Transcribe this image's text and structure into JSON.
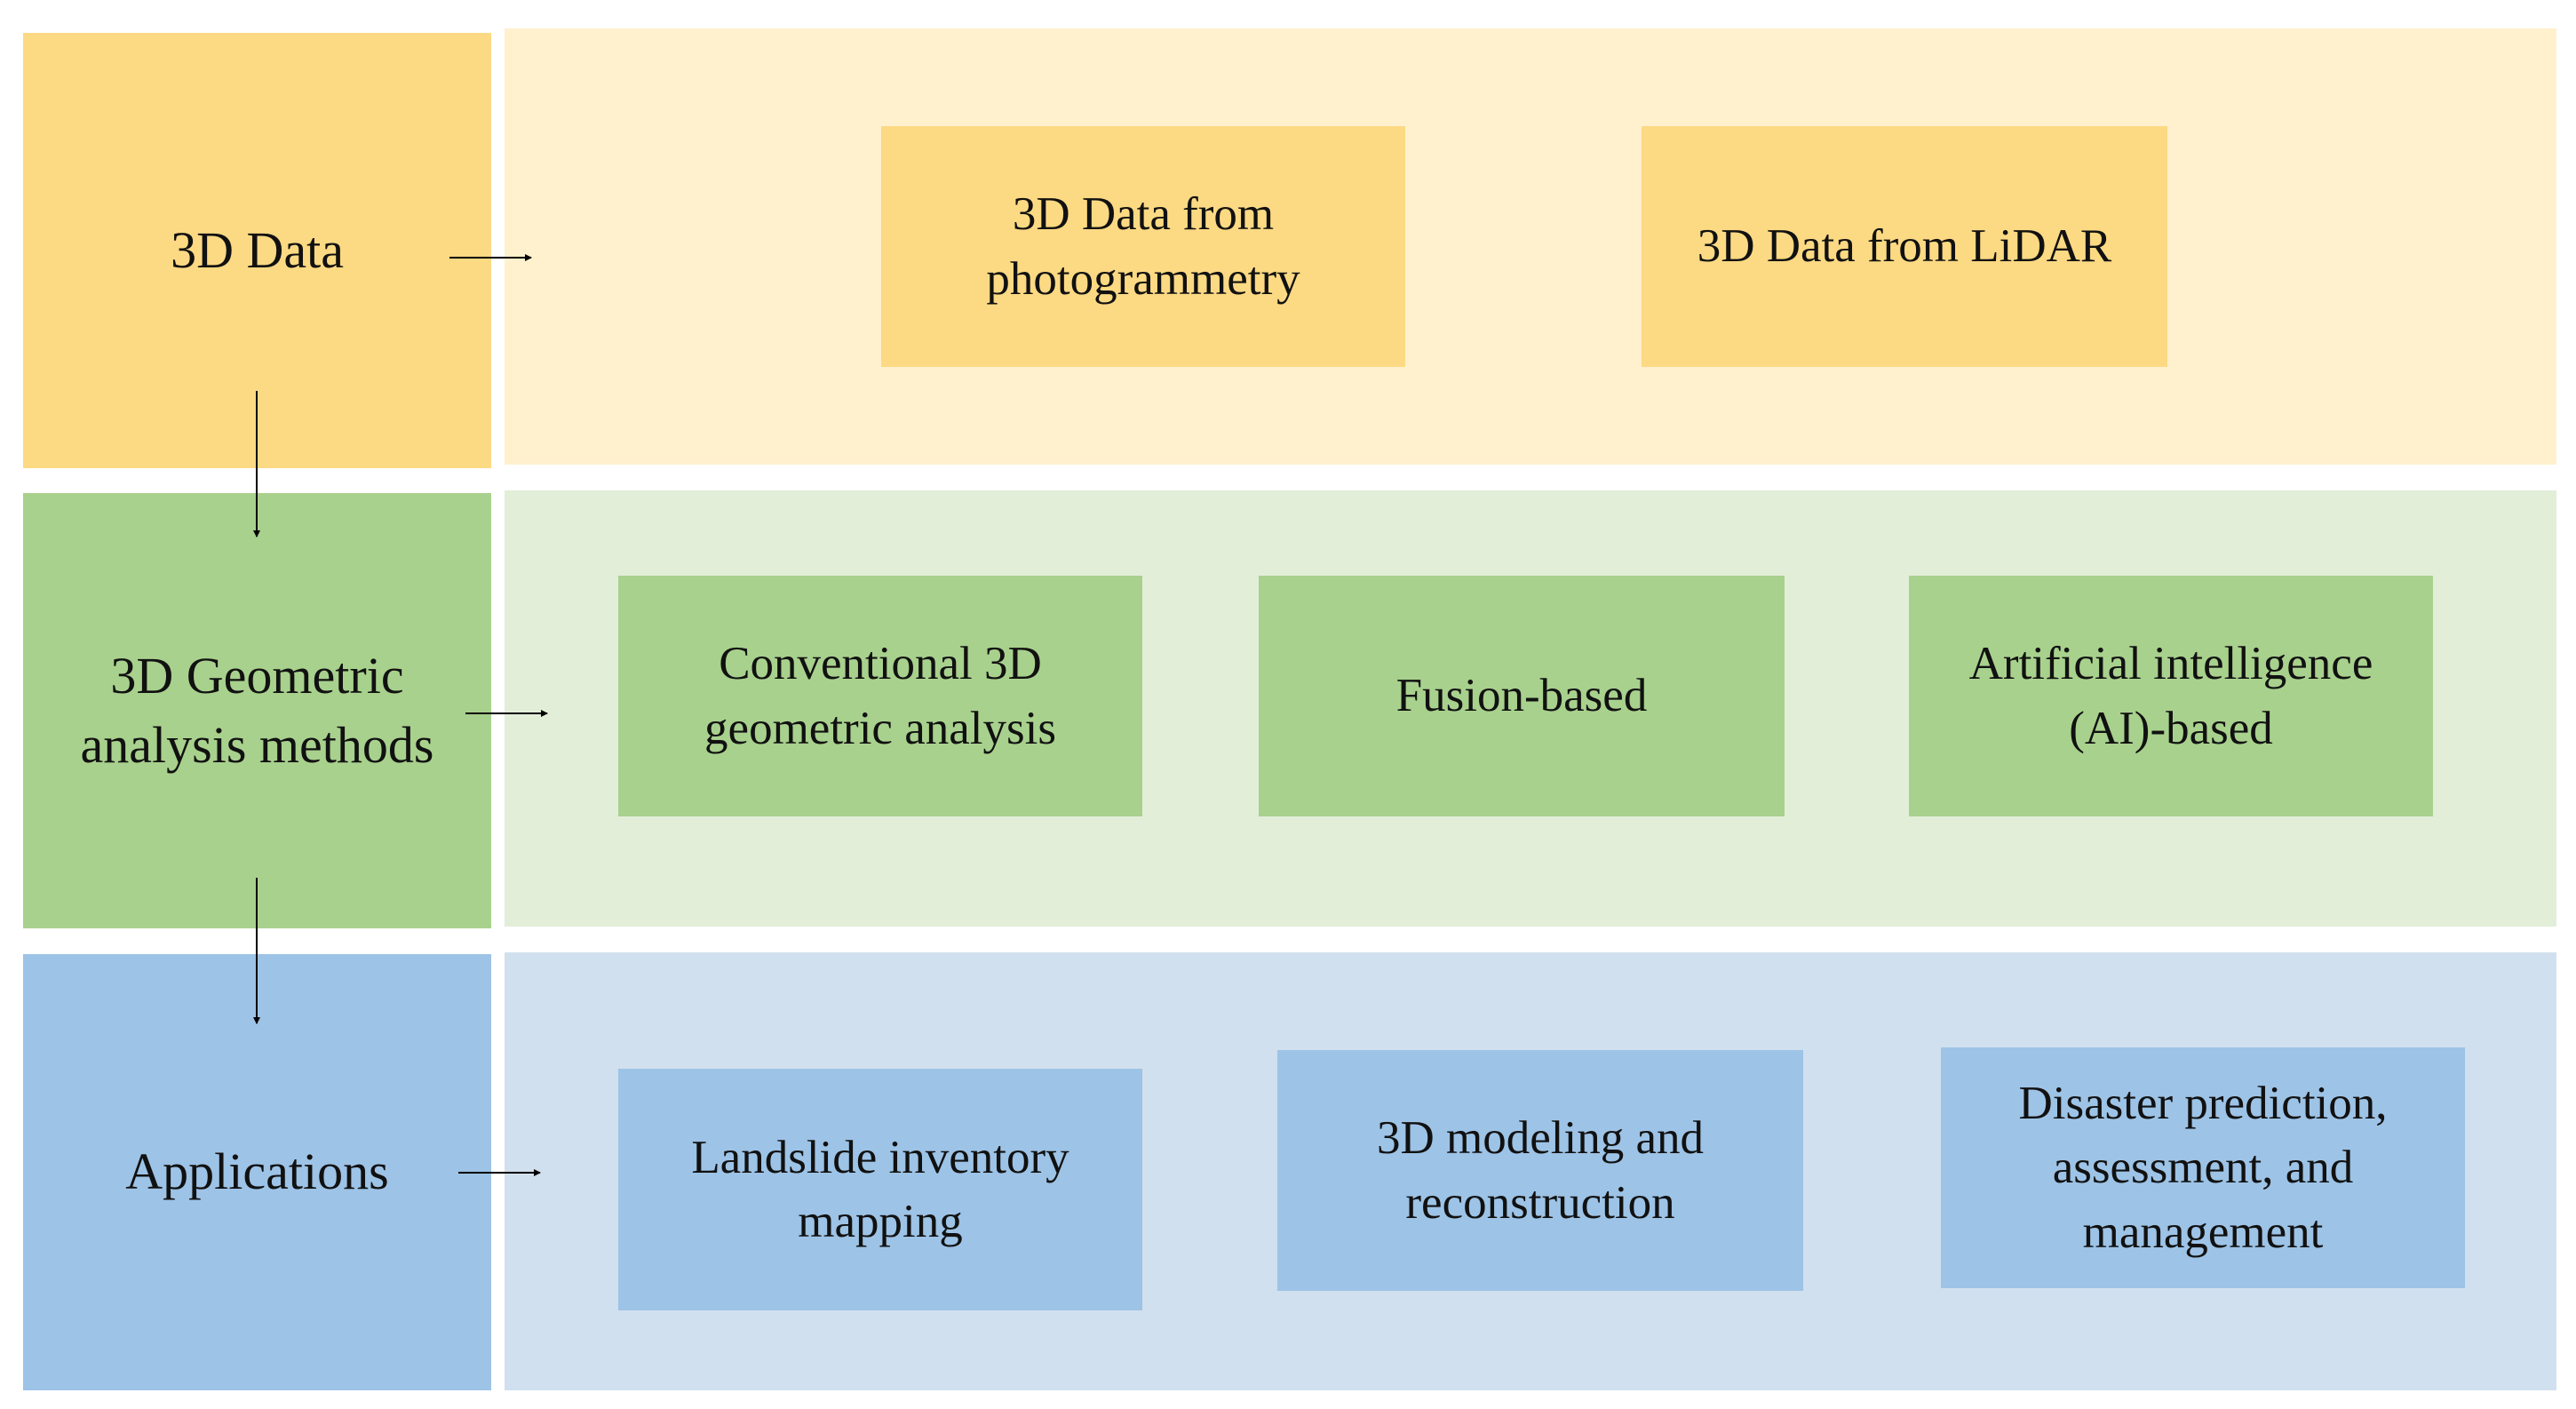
{
  "colors": {
    "yellow_left": "#fcd983",
    "yellow_band": "#fff1cd",
    "yellow_inner": "#fcd983",
    "green_left": "#a8d18d",
    "green_band": "#e3eed9",
    "green_inner": "#a8d18d",
    "blue_left": "#9dc3e6",
    "blue_band": "#d1e0ee",
    "blue_inner": "#9dc3e6",
    "arrow": "#000000"
  },
  "rows": [
    {
      "label": "3D Data",
      "items": [
        "3D Data from\nphotogrammetry",
        "3D Data from  LiDAR"
      ]
    },
    {
      "label": "3D Geometric\nanalysis methods",
      "items": [
        "Conventional 3D\ngeometric analysis",
        "Fusion-based",
        "Artificial intelligence\n(AI)-based"
      ]
    },
    {
      "label": "Applications",
      "items": [
        "Landslide inventory\nmapping",
        "3D modeling and\nreconstruction",
        "Disaster prediction,\nassessment, and\nmanagement"
      ]
    }
  ]
}
